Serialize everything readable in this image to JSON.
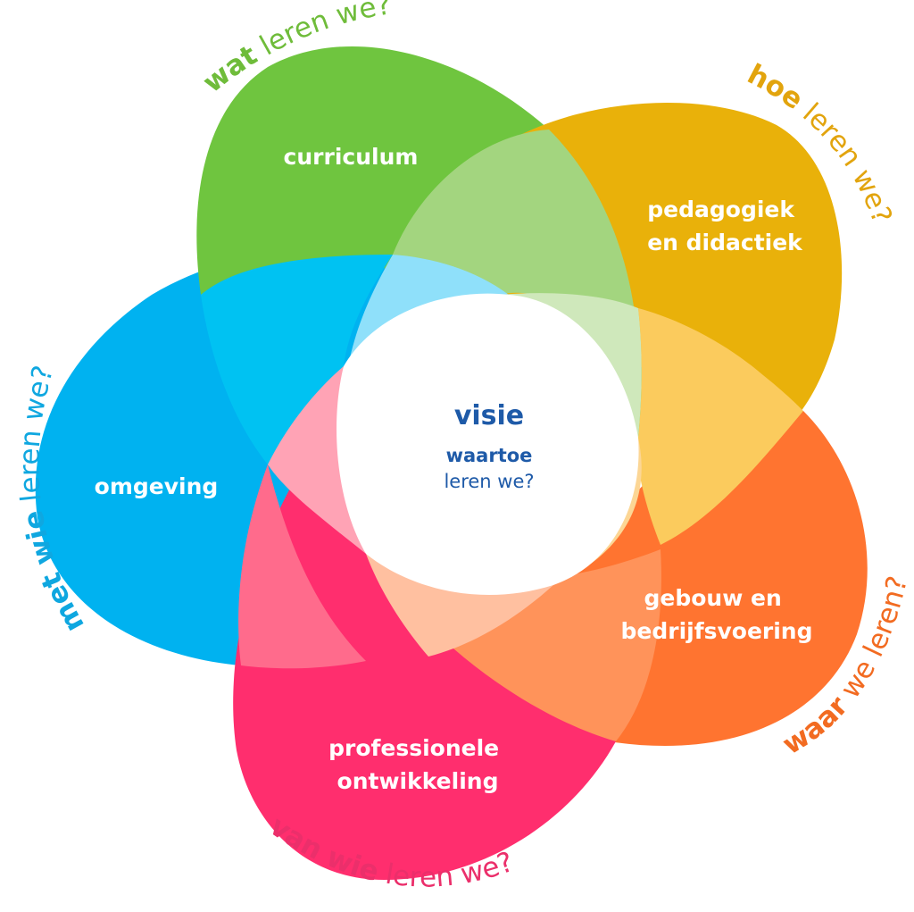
{
  "colors": {
    "green": "#6fc53f",
    "yellow": "#e9b10a",
    "orange": "#ff7430",
    "pink": "#ff2e6e",
    "blue": "#00b2f0",
    "center": "#ffffff",
    "center_text": "#1e5aa8",
    "green_text": "#6fbc3a",
    "yellow_text": "#e2a40d",
    "orange_text": "#f26b21",
    "pink_text": "#eb2f6b",
    "blue_text": "#0fa7e0"
  },
  "center": {
    "title": "visie",
    "question_bold": "waartoe",
    "question_rest": "leren we?"
  },
  "petals": [
    {
      "key": "green",
      "label_lines": [
        "curriculum"
      ],
      "arc_bold": "wat",
      "arc_rest": " leren we?"
    },
    {
      "key": "yellow",
      "label_lines": [
        "pedagogiek",
        "en didactiek"
      ],
      "arc_bold": "hoe",
      "arc_rest": " leren we?"
    },
    {
      "key": "orange",
      "label_lines": [
        "gebouw en",
        "bedrijfsvoering"
      ],
      "arc_bold": "waar",
      "arc_rest": " we leren?"
    },
    {
      "key": "pink",
      "label_lines": [
        "professionele",
        "ontwikkeling"
      ],
      "arc_bold": "van wie",
      "arc_rest": " leren we?"
    },
    {
      "key": "blue",
      "label_lines": [
        "omgeving"
      ],
      "arc_bold": "met wie",
      "arc_rest": " leren we?"
    }
  ]
}
